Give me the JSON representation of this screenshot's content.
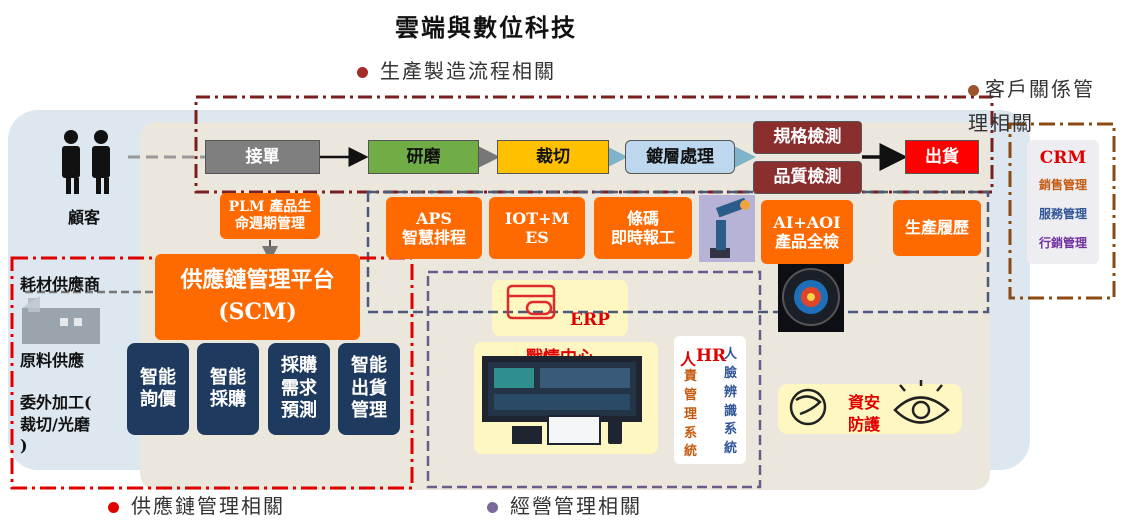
{
  "title": "雲端與數位科技",
  "sections": {
    "manufacturing": {
      "label": "生產製造流程相關",
      "color": "#a52a2a"
    },
    "crm": {
      "label": "客戶關係管\n理相關",
      "color": "#8b4a12"
    },
    "supply": {
      "label": "供應鏈管理相關",
      "color": "#e00000"
    },
    "operations": {
      "label": "經營管理相關",
      "color": "#7a6a9a"
    }
  },
  "customer": {
    "label": "顧客"
  },
  "process": {
    "intake": "接單",
    "grind": "研磨",
    "cut": "裁切",
    "coat": "鍍層處理",
    "spec_check": "規格檢測",
    "quality_check": "品質檢測",
    "ship": "出貨"
  },
  "systems": {
    "plm": "PLM 產品生\n命週期管理",
    "aps": "APS\n智慧排程",
    "iot": "IOT+M\nES",
    "barcode": "條碼\n即時報工",
    "ai_aoi": "AI+AOI\n產品全檢",
    "trace": "生產履歷"
  },
  "crm": {
    "title": "CRM",
    "items": [
      "銷售管理",
      "服務管理",
      "行銷管理"
    ]
  },
  "scm": {
    "label": "供應鏈管理平台\n(SCM)"
  },
  "suppliers": {
    "consumable": "耗材供應商",
    "raw": "原料供應",
    "outsource": "委外加工(\n裁切/光磨\n)"
  },
  "smart": [
    "智能\n詢價",
    "智能\n採購",
    "採購\n需求\n預測",
    "智能\n出貨\n管理"
  ],
  "erp": "ERP",
  "war_room": "戰情中心",
  "hr": {
    "prefix": "人",
    "title": "HR",
    "left_col": "責\n管\n理\n系\n統",
    "right_col": "人\n臉\n辨\n識\n系\n統"
  },
  "security": "資安\n防護"
}
